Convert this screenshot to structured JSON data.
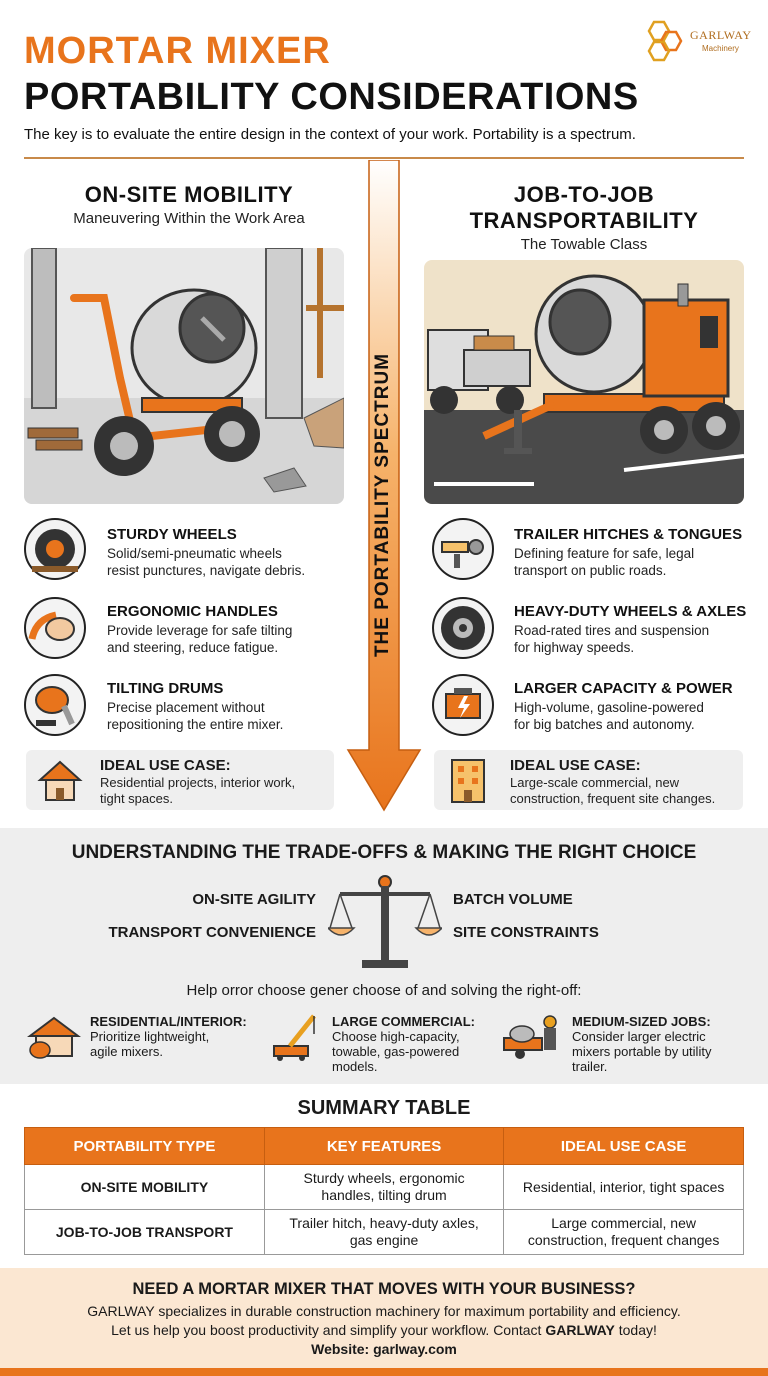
{
  "header": {
    "title_line1": "MORTAR MIXER",
    "title_line2": "PORTABILITY CONSIDERATIONS",
    "subtitle": "The key is to evaluate the entire design in the context of your work. Portability is a spectrum.",
    "logo_name": "GARLWAY",
    "logo_tagline": "Machinery"
  },
  "left": {
    "heading": "ON-SITE MOBILITY",
    "subheading": "Maneuvering Within the Work Area",
    "features": [
      {
        "title": "STURDY WHEELS",
        "desc1": "Solid/semi-pneumatic wheels",
        "desc2": "resist punctures, navigate debris.",
        "icon": "wheel-icon"
      },
      {
        "title": "ERGONOMIC HANDLES",
        "desc1": "Provide leverage for safe tilting",
        "desc2": "and steering, reduce fatigue.",
        "icon": "hand-grip-icon"
      },
      {
        "title": "TILTING DRUMS",
        "desc1": "Precise placement without",
        "desc2": "repositioning the entire mixer.",
        "icon": "tilting-drum-icon"
      }
    ],
    "ideal": {
      "title": "IDEAL USE CASE:",
      "desc1": "Residential projects, interior work,",
      "desc2": "tight spaces.",
      "icon": "house-icon"
    }
  },
  "right": {
    "heading1": "JOB-TO-JOB",
    "heading2": "TRANSPORTABILITY",
    "subheading": "The Towable Class",
    "features": [
      {
        "title": "TRAILER HITCHES & TONGUES",
        "desc1": "Defining feature for safe, legal",
        "desc2": "transport on public roads.",
        "icon": "trailer-hitch-icon"
      },
      {
        "title": "HEAVY-DUTY WHEELS & AXLES",
        "desc1": "Road-rated tires and suspension",
        "desc2": "for highway speeds.",
        "icon": "tire-icon"
      },
      {
        "title": "LARGER CAPACITY & POWER",
        "desc1": "High-volume, gasoline-powered",
        "desc2": "for big batches and autonomy.",
        "icon": "engine-icon"
      }
    ],
    "ideal": {
      "title": "IDEAL USE CASE:",
      "desc1": "Large-scale commercial, new",
      "desc2": "construction, frequent site changes.",
      "icon": "building-icon"
    }
  },
  "spectrum": {
    "label": "THE PORTABILITY SPECTRUM"
  },
  "tradeoffs": {
    "title": "UNDERSTANDING THE TRADE-OFFS & MAKING THE RIGHT CHOICE",
    "left_top": "ON-SITE AGILITY",
    "left_bottom": "TRANSPORT CONVENIENCE",
    "right_top": "BATCH VOLUME",
    "right_bottom": "SITE CONSTRAINTS",
    "help_text": "Help orror choose gener choose of and solving the right-off:",
    "cases": [
      {
        "title": "RESIDENTIAL/INTERIOR:",
        "desc1": "Prioritize lightweight,",
        "desc2": "agile mixers.",
        "desc3": "",
        "icon": "house-mixer-icon"
      },
      {
        "title": "LARGE COMMERCIAL:",
        "desc1": "Choose high-capacity,",
        "desc2": "towable, gas-powered",
        "desc3": "models.",
        "icon": "crane-icon"
      },
      {
        "title": "MEDIUM-SIZED JOBS:",
        "desc1": "Consider larger electric",
        "desc2": "mixers portable by utility",
        "desc3": "trailer.",
        "icon": "utility-trailer-icon"
      }
    ]
  },
  "table": {
    "title": "SUMMARY TABLE",
    "headers": [
      "PORTABILITY TYPE",
      "KEY FEATURES",
      "IDEAL USE CASE"
    ],
    "rows": [
      {
        "type": "ON-SITE MOBILITY",
        "features1": "Sturdy wheels, ergonomic",
        "features2": "handles, tilting drum",
        "use1": "Residential, interior, tight spaces",
        "use2": ""
      },
      {
        "type": "JOB-TO-JOB TRANSPORT",
        "features1": "Trailer hitch, heavy-duty axles,",
        "features2": "gas engine",
        "use1": "Large commercial, new",
        "use2": "construction, frequent changes"
      }
    ]
  },
  "cta": {
    "title": "NEED A MORTAR MIXER THAT MOVES WITH YOUR BUSINESS?",
    "line1": "GARLWAY specializes in durable construction machinery for maximum portability and efficiency.",
    "line2_prefix": "Let us help you boost productivity and simplify your workflow. Contact ",
    "line2_brand": "GARLWAY",
    "line2_suffix": " today!",
    "website": "Website: garlway.com"
  },
  "colors": {
    "accent": "#e8741c",
    "dark": "#111111",
    "panel": "#eeeeee",
    "footer": "#fbe7d2"
  }
}
